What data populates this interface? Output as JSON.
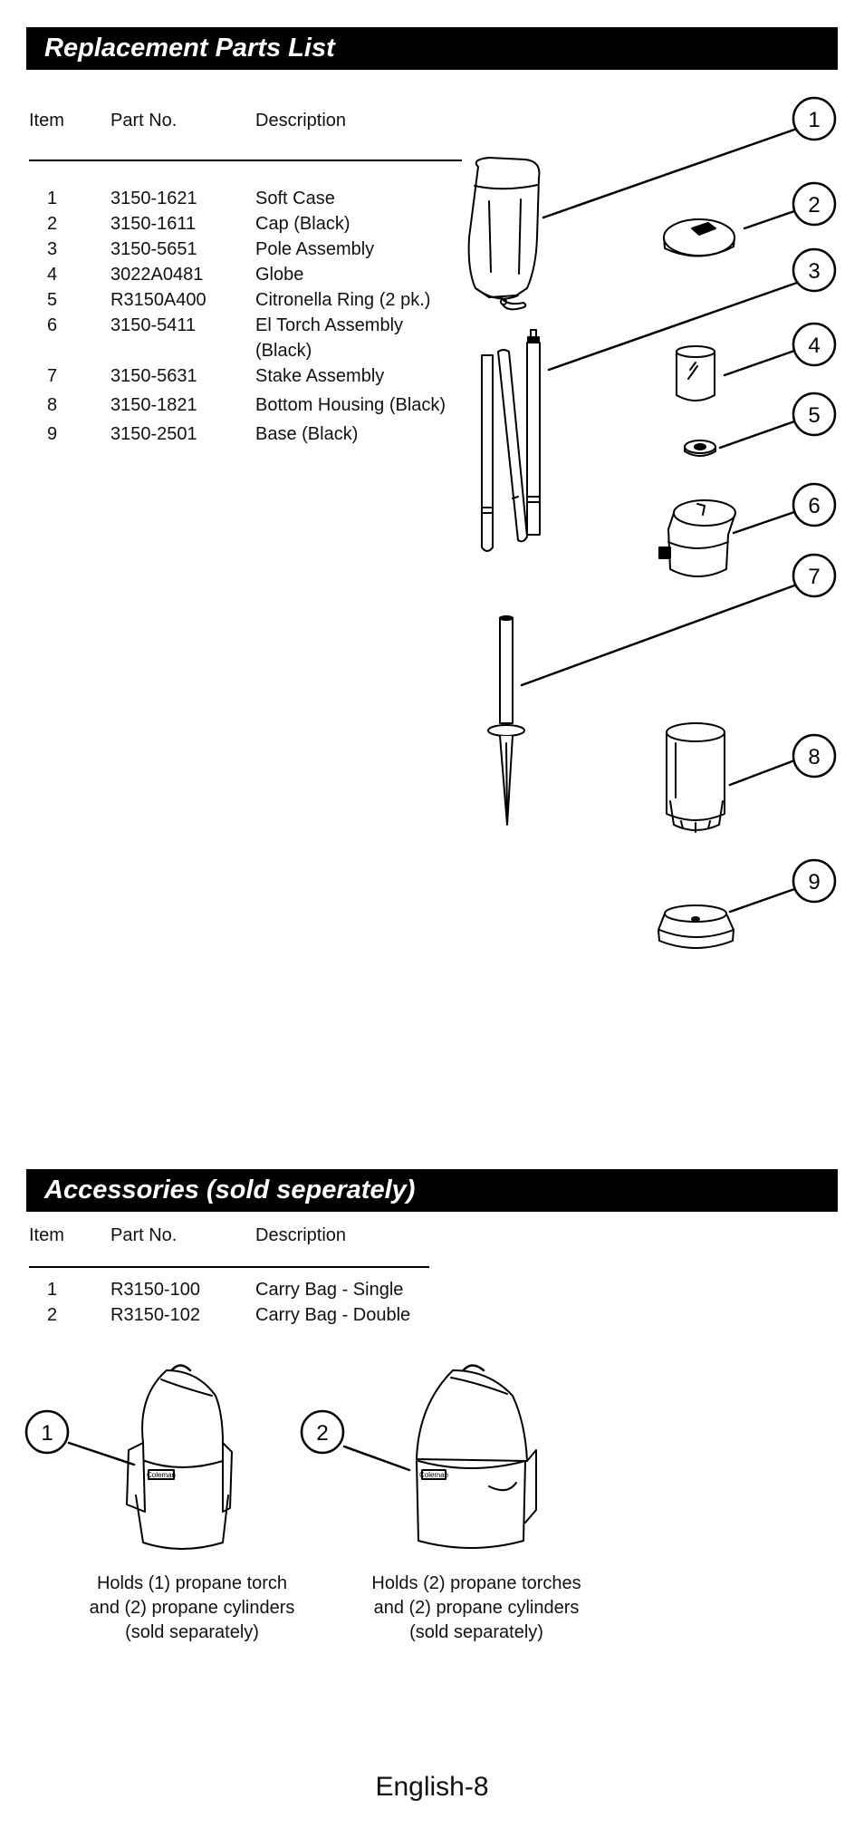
{
  "parts_section": {
    "title": "Replacement Parts List",
    "headers": {
      "item": "Item",
      "part": "Part No.",
      "desc": "Description"
    },
    "rows": [
      {
        "item": "1",
        "part": "3150-1621",
        "desc": "Soft Case",
        "desc2": ""
      },
      {
        "item": "2",
        "part": "3150-1611",
        "desc": "Cap (Black)",
        "desc2": ""
      },
      {
        "item": "3",
        "part": "3150-5651",
        "desc": "Pole Assembly",
        "desc2": ""
      },
      {
        "item": "4",
        "part": "3022A0481",
        "desc": "Globe",
        "desc2": ""
      },
      {
        "item": "5",
        "part": "R3150A400",
        "desc": "Citronella Ring (2 pk.)",
        "desc2": ""
      },
      {
        "item": "6",
        "part": "3150-5411",
        "desc": "El Torch Assembly",
        "desc2": "(Black)"
      },
      {
        "item": "7",
        "part": "3150-5631",
        "desc": "Stake Assembly",
        "desc2": ""
      },
      {
        "item": "8",
        "part": "3150-1821",
        "desc": "Bottom Housing (Black)",
        "desc2": ""
      },
      {
        "item": "9",
        "part": "3150-2501",
        "desc": "Base (Black)",
        "desc2": ""
      }
    ],
    "callouts": [
      "1",
      "2",
      "3",
      "4",
      "5",
      "6",
      "7",
      "8",
      "9"
    ]
  },
  "accessories_section": {
    "title": "Accessories (sold seperately)",
    "headers": {
      "item": "Item",
      "part": "Part No.",
      "desc": "Description"
    },
    "rows": [
      {
        "item": "1",
        "part": "R3150-100",
        "desc": "Carry Bag - Single"
      },
      {
        "item": "2",
        "part": "R3150-102",
        "desc": "Carry Bag - Double"
      }
    ],
    "callouts": [
      "1",
      "2"
    ],
    "captions": [
      {
        "line1": "Holds (1) propane torch",
        "line2": "and (2) propane cylinders",
        "line3": "(sold separately)"
      },
      {
        "line1": "Holds (2) propane torches",
        "line2": "and (2) propane cylinders",
        "line3": "(sold separately)"
      }
    ],
    "bag_logo": "Coleman"
  },
  "footer": {
    "page_label": "English-8"
  }
}
